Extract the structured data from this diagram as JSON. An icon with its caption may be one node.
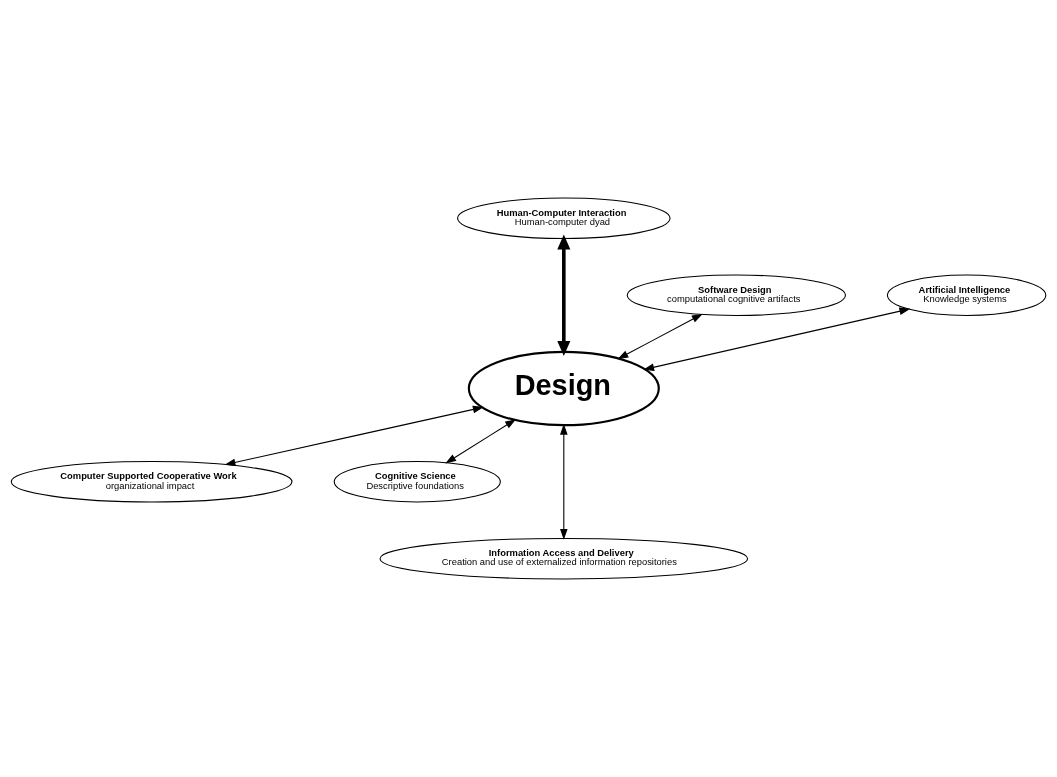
{
  "diagram": {
    "nodes": [
      {
        "text": [
          "Human-Computer Interaction",
          "Human-computer dyad"
        ]
      },
      {
        "text": [
          "Software Design",
          "computational cognitive artifacts"
        ]
      },
      {
        "text": [
          "Artificial Intelligence",
          "Knowledge systems"
        ]
      },
      {
        "text": [
          "Design"
        ]
      },
      {
        "text": [
          "Computer Supported Cooperative Work",
          "organizational impact"
        ]
      },
      {
        "text": [
          "Cognitive Science",
          "Descriptive foundations"
        ]
      },
      {
        "text": [
          "Information Access and Delivery",
          "Creation and use of externalized information repositories"
        ]
      }
    ],
    "edges": [
      {
        "from": 3,
        "to": 0,
        "arrow": "both",
        "style": "thick"
      },
      {
        "from": 3,
        "to": 1,
        "arrow": "both"
      },
      {
        "from": 3,
        "to": 2,
        "arrow": "both"
      },
      {
        "from": 3,
        "to": 4,
        "arrow": "both"
      },
      {
        "from": 3,
        "to": 5,
        "arrow": "both"
      },
      {
        "from": 3,
        "to": 6,
        "arrow": "both"
      }
    ]
  }
}
